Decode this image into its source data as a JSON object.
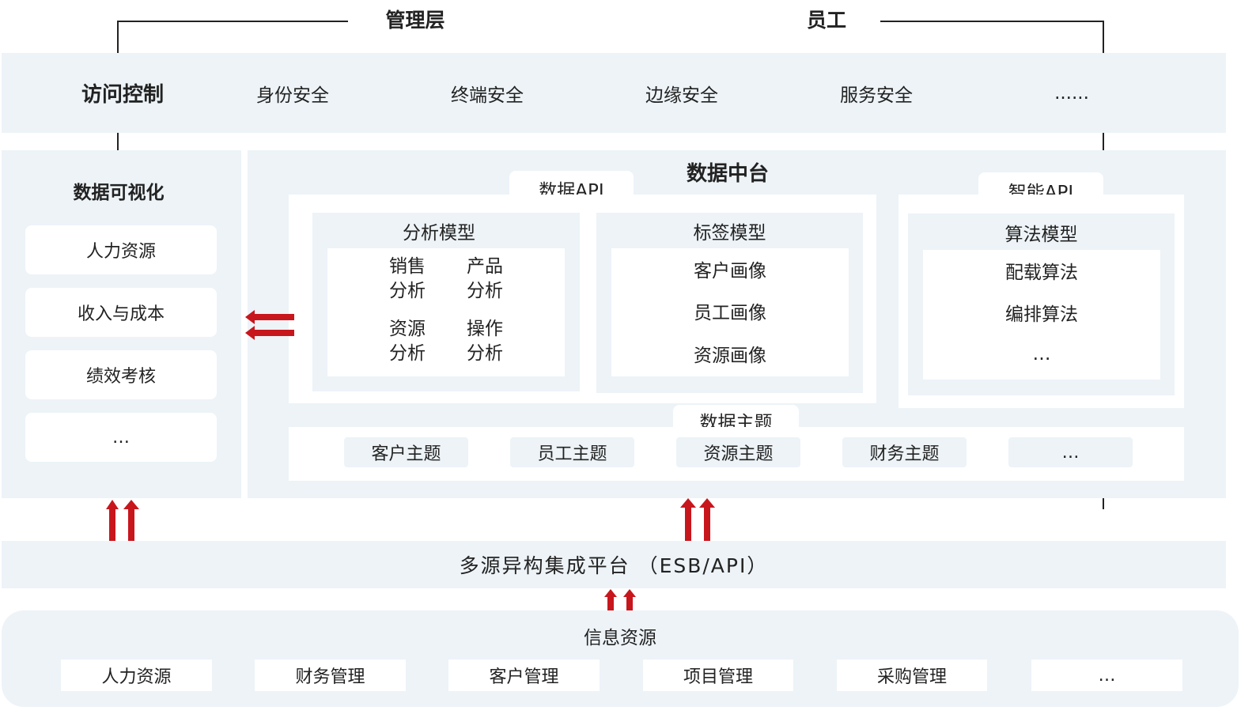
{
  "top": {
    "management": "管理层",
    "staff": "员工"
  },
  "access_bar": {
    "title": "访问控制",
    "items": [
      "身份安全",
      "终端安全",
      "边缘安全",
      "服务安全",
      "......"
    ]
  },
  "visualization": {
    "title": "数据可视化",
    "items": [
      "人力资源",
      "收入与成本",
      "绩效考核",
      "…"
    ]
  },
  "data_center": {
    "title": "数据中台",
    "data_api_tab": "数据API",
    "smart_api_tab": "智能API",
    "analysis_model": {
      "title": "分析模型",
      "cells": [
        "销售\n分析",
        "产品\n分析",
        "资源\n分析",
        "操作\n分析"
      ]
    },
    "tag_model": {
      "title": "标签模型",
      "items": [
        "客户画像",
        "员工画像",
        "资源画像"
      ]
    },
    "algorithm_model": {
      "title": "算法模型",
      "items": [
        "配载算法",
        "编排算法",
        "…"
      ]
    },
    "data_topic": {
      "title": "数据主题",
      "items": [
        "客户主题",
        "员工主题",
        "资源主题",
        "财务主题",
        "…"
      ]
    }
  },
  "integration_platform": {
    "label": "多源异构集成平台 （ESB/API）"
  },
  "info_resources": {
    "title": "信息资源",
    "items": [
      "人力资源",
      "财务管理",
      "客户管理",
      "项目管理",
      "采购管理",
      "…"
    ]
  },
  "colors": {
    "band": "#edf3f7",
    "arrow": "#c8161d",
    "line": "#222222"
  }
}
